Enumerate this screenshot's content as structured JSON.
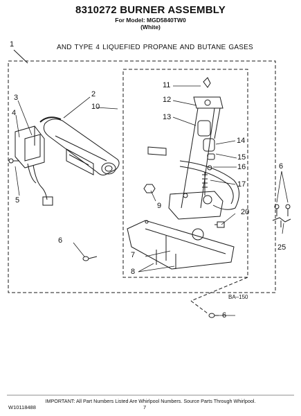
{
  "header": {
    "title": "8310272 BURNER ASSEMBLY",
    "model_line": "For Model: MGD5840TW0",
    "color_line": "(White)"
  },
  "diagram": {
    "subtitle": "AND TYPE 4    LIQUEFIED PROPANE AND BUTANE GASES",
    "drawing_ref": "BA–150",
    "callouts": [
      "1",
      "2",
      "3",
      "4",
      "5",
      "6",
      "6",
      "6",
      "7",
      "8",
      "9",
      "10",
      "11",
      "12",
      "13",
      "14",
      "15",
      "16",
      "17",
      "20",
      "25"
    ]
  },
  "footer": {
    "note": "IMPORTANT: All Part Numbers Listed Are Whirlpool Numbers. Source Parts Through Whirlpool.",
    "doc_id": "W10118488",
    "page": "7"
  }
}
